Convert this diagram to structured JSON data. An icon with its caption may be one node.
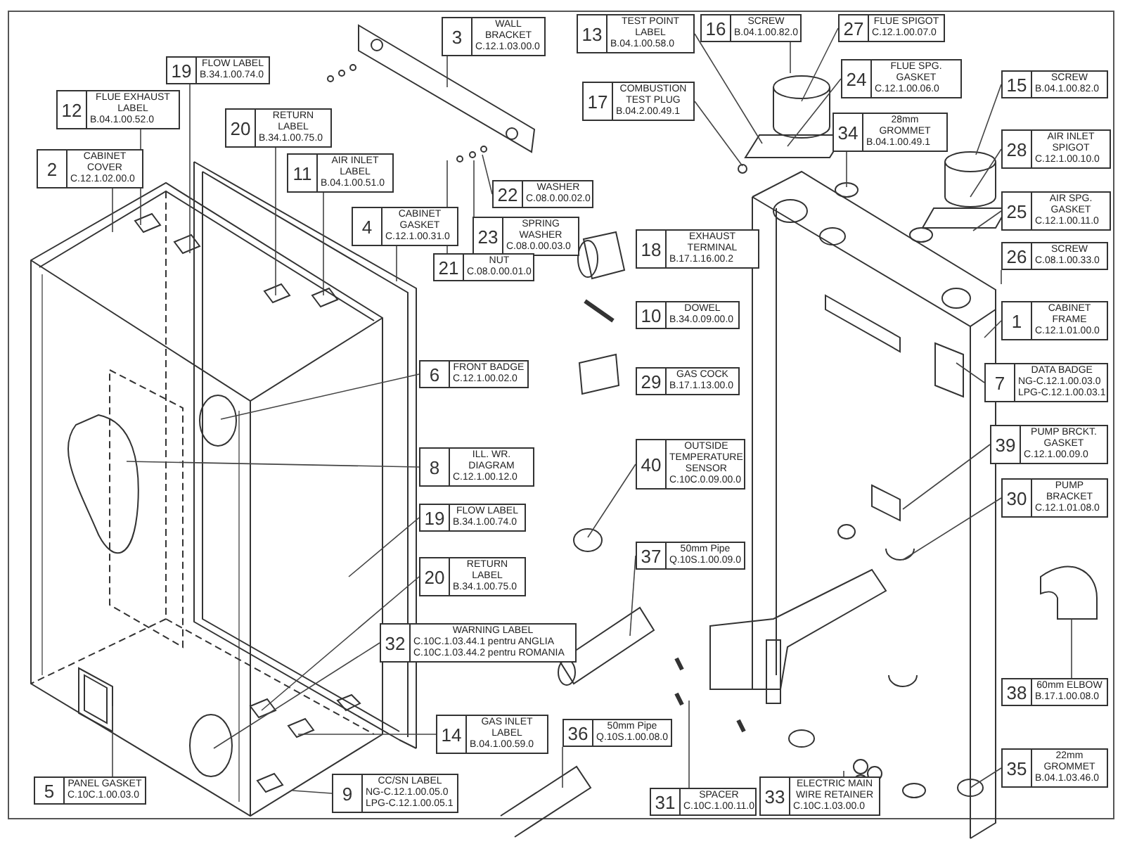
{
  "diagram": {
    "nodes": [
      {
        "text": [
          "3",
          "WALL BRACKET",
          "C.12.1.03.00.0"
        ]
      },
      {
        "text": [
          "19",
          "FLOW LABEL",
          "B.34.1.00.74.0"
        ]
      },
      {
        "text": [
          "12",
          "FLUE EXHAUST LABEL",
          "B.04.1.00.52.0"
        ]
      },
      {
        "text": [
          "20",
          "RETURN LABEL",
          "B.34.1.00.75.0"
        ]
      },
      {
        "text": [
          "2",
          "CABINET COVER",
          "C.12.1.02.00.0"
        ]
      },
      {
        "text": [
          "11",
          "AIR INLET LABEL",
          "B.04.1.00.51.0"
        ]
      },
      {
        "text": [
          "4",
          "CABINET GASKET",
          "C.12.1.00.31.0"
        ]
      },
      {
        "text": [
          "22",
          "WASHER",
          "C.08.0.00.02.0"
        ]
      },
      {
        "text": [
          "23",
          "SPRING WASHER",
          "C.08.0.00.03.0"
        ]
      },
      {
        "text": [
          "21",
          "NUT",
          "C.08.0.00.01.0"
        ]
      },
      {
        "text": [
          "13",
          "TEST POINT LABEL",
          "B.04.1.00.58.0"
        ]
      },
      {
        "text": [
          "16",
          "SCREW",
          "B.04.1.00.82.0"
        ]
      },
      {
        "text": [
          "27",
          "FLUE SPIGOT",
          "C.12.1.00.07.0"
        ]
      },
      {
        "text": [
          "24",
          "FLUE SPG. GASKET",
          "C.12.1.00.06.0"
        ]
      },
      {
        "text": [
          "17",
          "COMBUSTION TEST PLUG",
          "B.04.2.00.49.1"
        ]
      },
      {
        "text": [
          "15",
          "SCREW",
          "B.04.1.00.82.0"
        ]
      },
      {
        "text": [
          "34",
          "28mm GROMMET",
          "B.04.1.00.49.1"
        ]
      },
      {
        "text": [
          "28",
          "AIR INLET SPIGOT",
          "C.12.1.00.10.0"
        ]
      },
      {
        "text": [
          "25",
          "AIR SPG. GASKET",
          "C.12.1.00.11.0"
        ]
      },
      {
        "text": [
          "18",
          "EXHAUST TERMINAL",
          "B.17.1.16.00.2"
        ]
      },
      {
        "text": [
          "26",
          "SCREW",
          "C.08.1.00.33.0"
        ]
      },
      {
        "text": [
          "10",
          "DOWEL",
          "B.34.0.09.00.0"
        ]
      },
      {
        "text": [
          "1",
          "CABINET FRAME",
          "C.12.1.01.00.0"
        ]
      },
      {
        "text": [
          "29",
          "GAS COCK",
          "B.17.1.13.00.0"
        ]
      },
      {
        "text": [
          "7",
          "DATA BADGE",
          "NG-C.12.1.00.03.0",
          "LPG-C.12.1.00.03.1"
        ]
      },
      {
        "text": [
          "6",
          "FRONT BADGE",
          "C.12.1.00.02.0"
        ]
      },
      {
        "text": [
          "8",
          "ILL. WR. DIAGRAM",
          "C.12.1.00.12.0"
        ]
      },
      {
        "text": [
          "40",
          "OUTSIDE TEMPERATURE SENSOR",
          "C.10C.0.09.00.0"
        ]
      },
      {
        "text": [
          "39",
          "PUMP BRCKT. GASKET",
          "C.12.1.00.09.0"
        ]
      },
      {
        "text": [
          "30",
          "PUMP BRACKET",
          "C.12.1.01.08.0"
        ]
      },
      {
        "text": [
          "19",
          "FLOW LABEL",
          "B.34.1.00.74.0"
        ]
      },
      {
        "text": [
          "37",
          "50mm Pipe",
          "Q.10S.1.00.09.0"
        ]
      },
      {
        "text": [
          "20",
          "RETURN LABEL",
          "B.34.1.00.75.0"
        ]
      },
      {
        "text": [
          "32",
          "WARNING LABEL",
          "C.10C.1.03.44.1 pentru ANGLIA",
          "C.10C.1.03.44.2 pentru ROMANIA"
        ]
      },
      {
        "text": [
          "14",
          "GAS INLET LABEL",
          "B.04.1.00.59.0"
        ]
      },
      {
        "text": [
          "38",
          "60mm ELBOW",
          "B.17.1.00.08.0"
        ]
      },
      {
        "text": [
          "36",
          "50mm Pipe",
          "Q.10S.1.00.08.0"
        ]
      },
      {
        "text": [
          "9",
          "CC/SN LABEL",
          "NG-C.12.1.00.05.0",
          "LPG-C.12.1.00.05.1"
        ]
      },
      {
        "text": [
          "5",
          "PANEL GASKET",
          "C.10C.1.00.03.0"
        ]
      },
      {
        "text": [
          "31",
          "SPACER",
          "C.10C.1.00.11.0"
        ]
      },
      {
        "text": [
          "33",
          "ELECTRIC MAIN WIRE RETAINER",
          "C.10C.1.03.00.0"
        ]
      },
      {
        "text": [
          "35",
          "22mm GROMMET",
          "B.04.1.03.46.0"
        ]
      }
    ],
    "edges": [
      {
        "from": 0,
        "to": null,
        "arrow": "none"
      },
      {
        "from": 1,
        "to": null,
        "arrow": "none"
      },
      {
        "from": 2,
        "to": null,
        "arrow": "none"
      },
      {
        "from": 3,
        "to": null,
        "arrow": "none"
      },
      {
        "from": 4,
        "to": null,
        "arrow": "none"
      },
      {
        "from": 5,
        "to": null,
        "arrow": "none"
      },
      {
        "from": 6,
        "to": null,
        "arrow": "none"
      },
      {
        "from": 7,
        "to": null,
        "arrow": "none"
      },
      {
        "from": 8,
        "to": null,
        "arrow": "none"
      },
      {
        "from": 9,
        "to": null,
        "arrow": "none"
      },
      {
        "from": 10,
        "to": null,
        "arrow": "none"
      },
      {
        "from": 11,
        "to": null,
        "arrow": "none"
      },
      {
        "from": 12,
        "to": null,
        "arrow": "none"
      },
      {
        "from": 13,
        "to": null,
        "arrow": "none"
      },
      {
        "from": 14,
        "to": null,
        "arrow": "none"
      },
      {
        "from": 15,
        "to": null,
        "arrow": "none"
      },
      {
        "from": 16,
        "to": null,
        "arrow": "none"
      },
      {
        "from": 17,
        "to": null,
        "arrow": "none"
      },
      {
        "from": 18,
        "to": null,
        "arrow": "none"
      },
      {
        "from": 20,
        "to": null,
        "arrow": "none"
      },
      {
        "from": 22,
        "to": null,
        "arrow": "none"
      },
      {
        "from": 24,
        "to": null,
        "arrow": "none"
      },
      {
        "from": 25,
        "to": null,
        "arrow": "none"
      },
      {
        "from": 26,
        "to": null,
        "arrow": "none"
      },
      {
        "from": 27,
        "to": null,
        "arrow": "none"
      },
      {
        "from": 28,
        "to": null,
        "arrow": "none"
      },
      {
        "from": 29,
        "to": null,
        "arrow": "none"
      },
      {
        "from": 30,
        "to": null,
        "arrow": "none"
      },
      {
        "from": 31,
        "to": null,
        "arrow": "none"
      },
      {
        "from": 32,
        "to": null,
        "arrow": "none"
      },
      {
        "from": 33,
        "to": null,
        "arrow": "none"
      },
      {
        "from": 34,
        "to": null,
        "arrow": "none"
      },
      {
        "from": 35,
        "to": null,
        "arrow": "none"
      },
      {
        "from": 36,
        "to": null,
        "arrow": "none"
      },
      {
        "from": 37,
        "to": null,
        "arrow": "none"
      },
      {
        "from": 38,
        "to": null,
        "arrow": "none"
      },
      {
        "from": 39,
        "to": null,
        "arrow": "none"
      },
      {
        "from": 40,
        "to": null,
        "arrow": "none"
      },
      {
        "from": 41,
        "to": null,
        "arrow": "none"
      }
    ]
  }
}
